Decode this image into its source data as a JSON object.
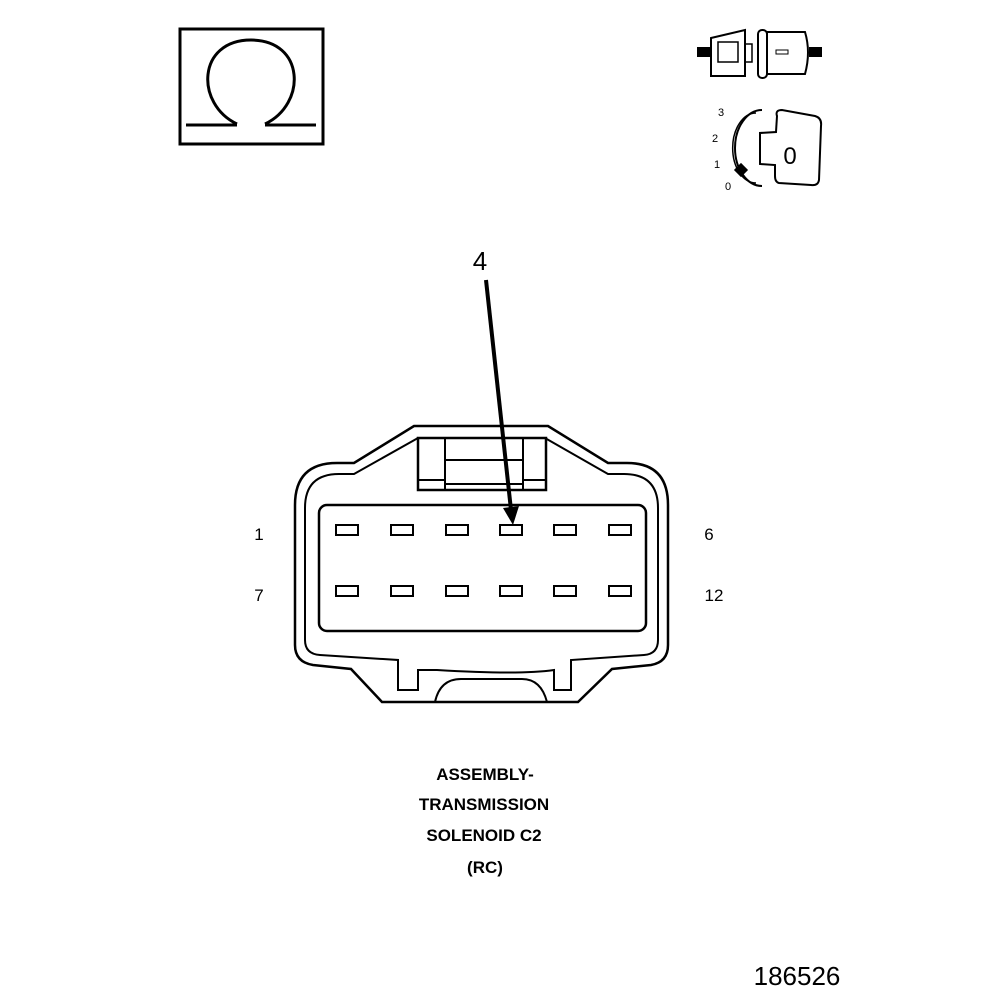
{
  "diagram": {
    "callout_number": "4",
    "pin_labels": {
      "top_left": "1",
      "top_right": "6",
      "bottom_left": "7",
      "bottom_right": "12"
    },
    "caption": {
      "line1": "ASSEMBLY-",
      "line2": "TRANSMISSION",
      "line3": "SOLENOID C2",
      "line4": "(RC)"
    },
    "figure_number": "186526",
    "ignition_key": {
      "positions": [
        "3",
        "2",
        "1",
        "0"
      ],
      "key_label": "0"
    },
    "icons": [
      "ohmmeter-symbol-icon",
      "disconnected-connector-icon",
      "ignition-key-icon"
    ]
  }
}
